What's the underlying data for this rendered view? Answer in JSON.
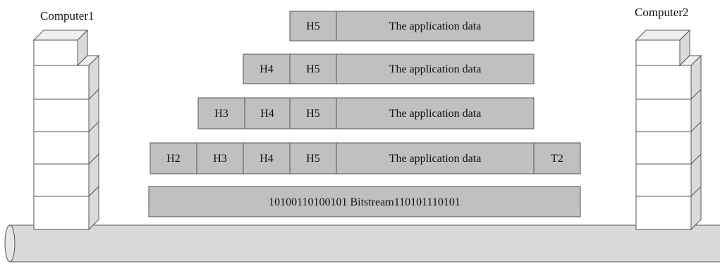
{
  "computers": {
    "left_label": "Computer1",
    "right_label": "Computer2"
  },
  "layers": {
    "layer5": {
      "h5": "H5",
      "data": "The application data"
    },
    "layer4": {
      "h4": "H4",
      "h5": "H5",
      "data": "The application data"
    },
    "layer3": {
      "h3": "H3",
      "h4": "H4",
      "h5": "H5",
      "data": "The application data"
    },
    "layer2": {
      "h2": "H2",
      "h3": "H3",
      "h4": "H4",
      "h5": "H5",
      "data": "The application data",
      "t2": "T2"
    },
    "layer1": {
      "bitstream": "10100110100101 Bitstream110101110101"
    }
  },
  "colors": {
    "cell_fill": "#c0c0c0",
    "cell_stroke": "#555555",
    "cable_fill": "#d9d9d9",
    "cube_front": "#ffffff",
    "cube_side": "#dadada",
    "cube_top": "#efefef"
  }
}
